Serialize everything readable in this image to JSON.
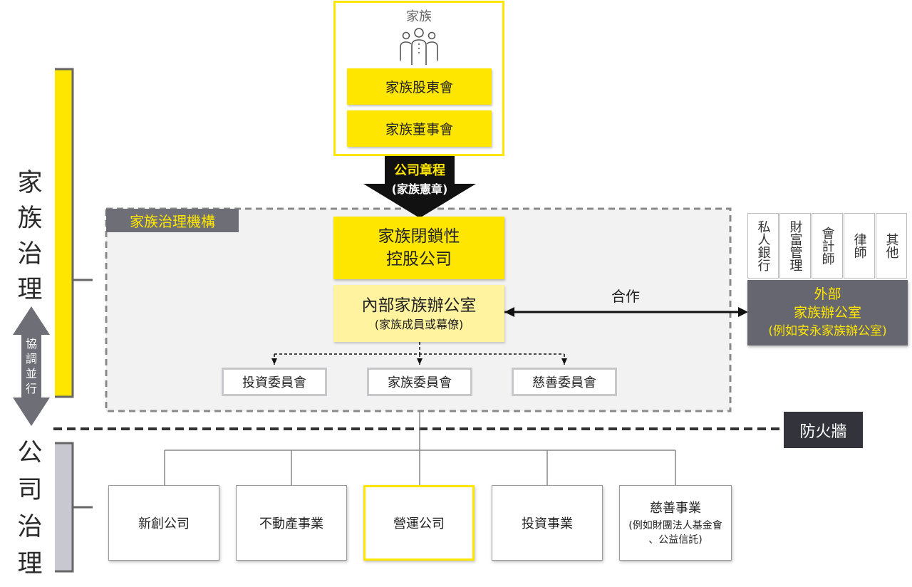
{
  "family": {
    "label": "家族",
    "icon": "people-group-icon",
    "shareholders": "家族股東會",
    "board": "家族董事會"
  },
  "charter_arrow": {
    "line1": "公司章程",
    "line2": "(家族憲章)"
  },
  "left_labels": {
    "family_governance": [
      "家",
      "族",
      "治",
      "理"
    ],
    "coordinate": [
      "協",
      "調",
      "並",
      "行"
    ],
    "corporate_governance": [
      "公",
      "司",
      "治",
      "理"
    ]
  },
  "institution": {
    "title": "家族治理機構",
    "holding_line1": "家族閉鎖性",
    "holding_line2": "控股公司",
    "internal_office": "內部家族辦公室",
    "internal_office_sub": "(家族成員或幕僚)",
    "committees": [
      "投資委員會",
      "家族委員會",
      "慈善委員會"
    ]
  },
  "cooperation": "合作",
  "external": {
    "services": [
      "私人銀行",
      "財富管理",
      "會計師",
      "律師",
      "其他"
    ],
    "line1": "外部",
    "line2": "家族辦公室",
    "line3": "(例如安永家族辦公室)"
  },
  "firewall": "防火牆",
  "businesses": [
    {
      "name": "新創公司"
    },
    {
      "name": "不動產事業"
    },
    {
      "name": "營運公司"
    },
    {
      "name": "投資事業"
    },
    {
      "name": "慈善事業",
      "sub1": "(例如財團法人基金會",
      "sub2": "、公益信託)"
    }
  ],
  "colors": {
    "accent_yellow": "#ffe600",
    "pale_yellow": "#fff3a0",
    "dark_gray": "#666670",
    "firewall_bg": "#33333b"
  }
}
